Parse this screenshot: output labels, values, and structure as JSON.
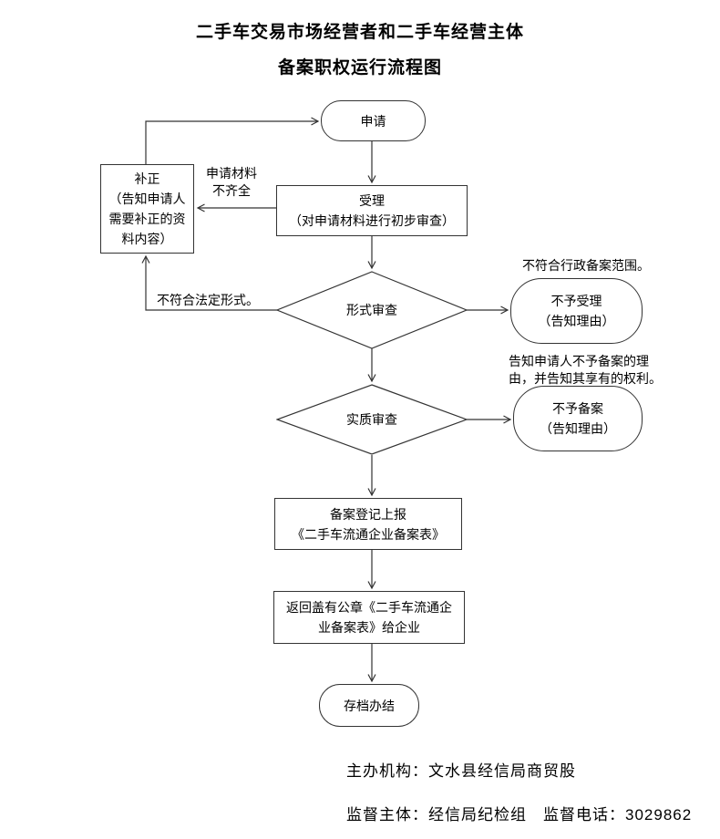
{
  "title": {
    "line1": "二手车交易市场经营者和二手车经营主体",
    "line2": "备案职权运行流程图"
  },
  "nodes": {
    "apply": {
      "label": "申请"
    },
    "accept": {
      "label": "受理\n（对申请材料进行初步审查）"
    },
    "supplement": {
      "label": "补正\n（告知申请人\n需要补正的资\n料内容）"
    },
    "formal_review": {
      "label": "形式审查"
    },
    "reject_accept": {
      "label": "不予受理\n（告知理由）"
    },
    "substantive_review": {
      "label": "实质审查"
    },
    "reject_filing": {
      "label": "不予备案\n（告知理由）"
    },
    "register": {
      "label": "备案登记上报\n《二手车流通企业备案表》"
    },
    "return_form": {
      "label": "返回盖有公章《二手车流通企\n业备案表》给企业"
    },
    "archive": {
      "label": "存档办结"
    }
  },
  "edge_labels": {
    "materials_incomplete": "申请材料\n不齐全",
    "not_legal_form": "不符合法定形式。",
    "not_in_scope": "不符合行政备案范围。",
    "inform_reason": "告知申请人不予备案的理\n由，并告知其享有的权利。"
  },
  "footer": {
    "organizer": "主办机构：文水县经信局商贸股",
    "supervisor": "监督主体：经信局纪检组　监督电话：3029862"
  },
  "colors": {
    "line": "#333333",
    "background": "#ffffff",
    "text": "#000000"
  }
}
